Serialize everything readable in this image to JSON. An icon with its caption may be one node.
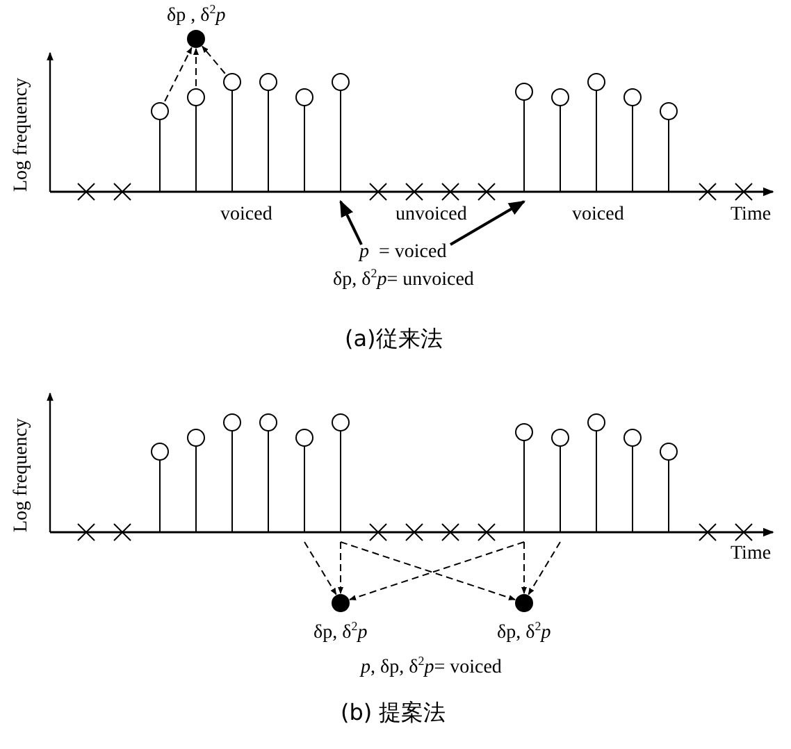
{
  "diagram": {
    "nodes": [
      {
        "text": [],
        "shape": "circle",
        "beside": [
          "δp , δ$^{2}$*p*"
        ]
      },
      {
        "text": [],
        "shape": "circle"
      },
      {
        "text": [],
        "shape": "circle"
      },
      {
        "text": [],
        "shape": "circle"
      },
      {
        "text": [],
        "shape": "circle"
      },
      {
        "text": [],
        "shape": "circle"
      },
      {
        "text": [],
        "shape": "circle"
      },
      {
        "text": [],
        "shape": "circle"
      },
      {
        "text": [],
        "shape": "circle"
      },
      {
        "text": [],
        "shape": "circle"
      },
      {
        "text": [],
        "shape": "circle"
      },
      {
        "text": [],
        "shape": "circle"
      },
      {
        "text": [
          "*p*  = voiced",
          "δp, δ$^{2}$*p*= unvoiced"
        ]
      },
      {
        "text": [],
        "shape": "circle"
      },
      {
        "text": [],
        "shape": "circle"
      },
      {
        "text": [],
        "shape": "circle"
      },
      {
        "text": [],
        "shape": "circle"
      },
      {
        "text": [],
        "shape": "circle"
      },
      {
        "text": [],
        "shape": "circle"
      },
      {
        "text": [],
        "shape": "circle"
      },
      {
        "text": [],
        "shape": "circle"
      },
      {
        "text": [],
        "shape": "circle"
      },
      {
        "text": [],
        "shape": "circle"
      },
      {
        "text": [],
        "shape": "circle"
      },
      {
        "text": [],
        "shape": "circle",
        "beside": [
          "δp, δ$^{2}$*p*"
        ]
      },
      {
        "text": [],
        "shape": "circle",
        "beside": [
          "δp, δ$^{2}$*p*"
        ]
      }
    ],
    "edges": [
      {
        "from": 1,
        "to": 0,
        "arrow": "to",
        "style": "dashed"
      },
      {
        "from": 2,
        "to": 0,
        "arrow": "to",
        "style": "dashed"
      },
      {
        "from": 3,
        "to": 0,
        "arrow": "to",
        "style": "dashed"
      },
      {
        "from": 12,
        "to": 6,
        "arrow": "to"
      },
      {
        "from": 12,
        "to": 7,
        "arrow": "to"
      },
      {
        "from": 17,
        "to": 24,
        "arrow": "to",
        "style": "dashed"
      },
      {
        "from": 18,
        "to": 24,
        "arrow": "to",
        "style": "dashed"
      },
      {
        "from": 19,
        "to": 24,
        "arrow": "to",
        "style": "dashed"
      },
      {
        "from": 18,
        "to": 25,
        "arrow": "to",
        "style": "dashed"
      },
      {
        "from": 19,
        "to": 25,
        "arrow": "to",
        "style": "dashed"
      },
      {
        "from": 20,
        "to": 25,
        "arrow": "to",
        "style": "dashed"
      }
    ],
    "labels": [
      "Log frequency",
      "voiced",
      "unvoiced",
      "voiced",
      "Time",
      "(a)従来法",
      "Log frequency",
      "Time",
      "*p*, δp, δ$^{2}$*p*= voiced",
      "(b) 提案法"
    ]
  }
}
